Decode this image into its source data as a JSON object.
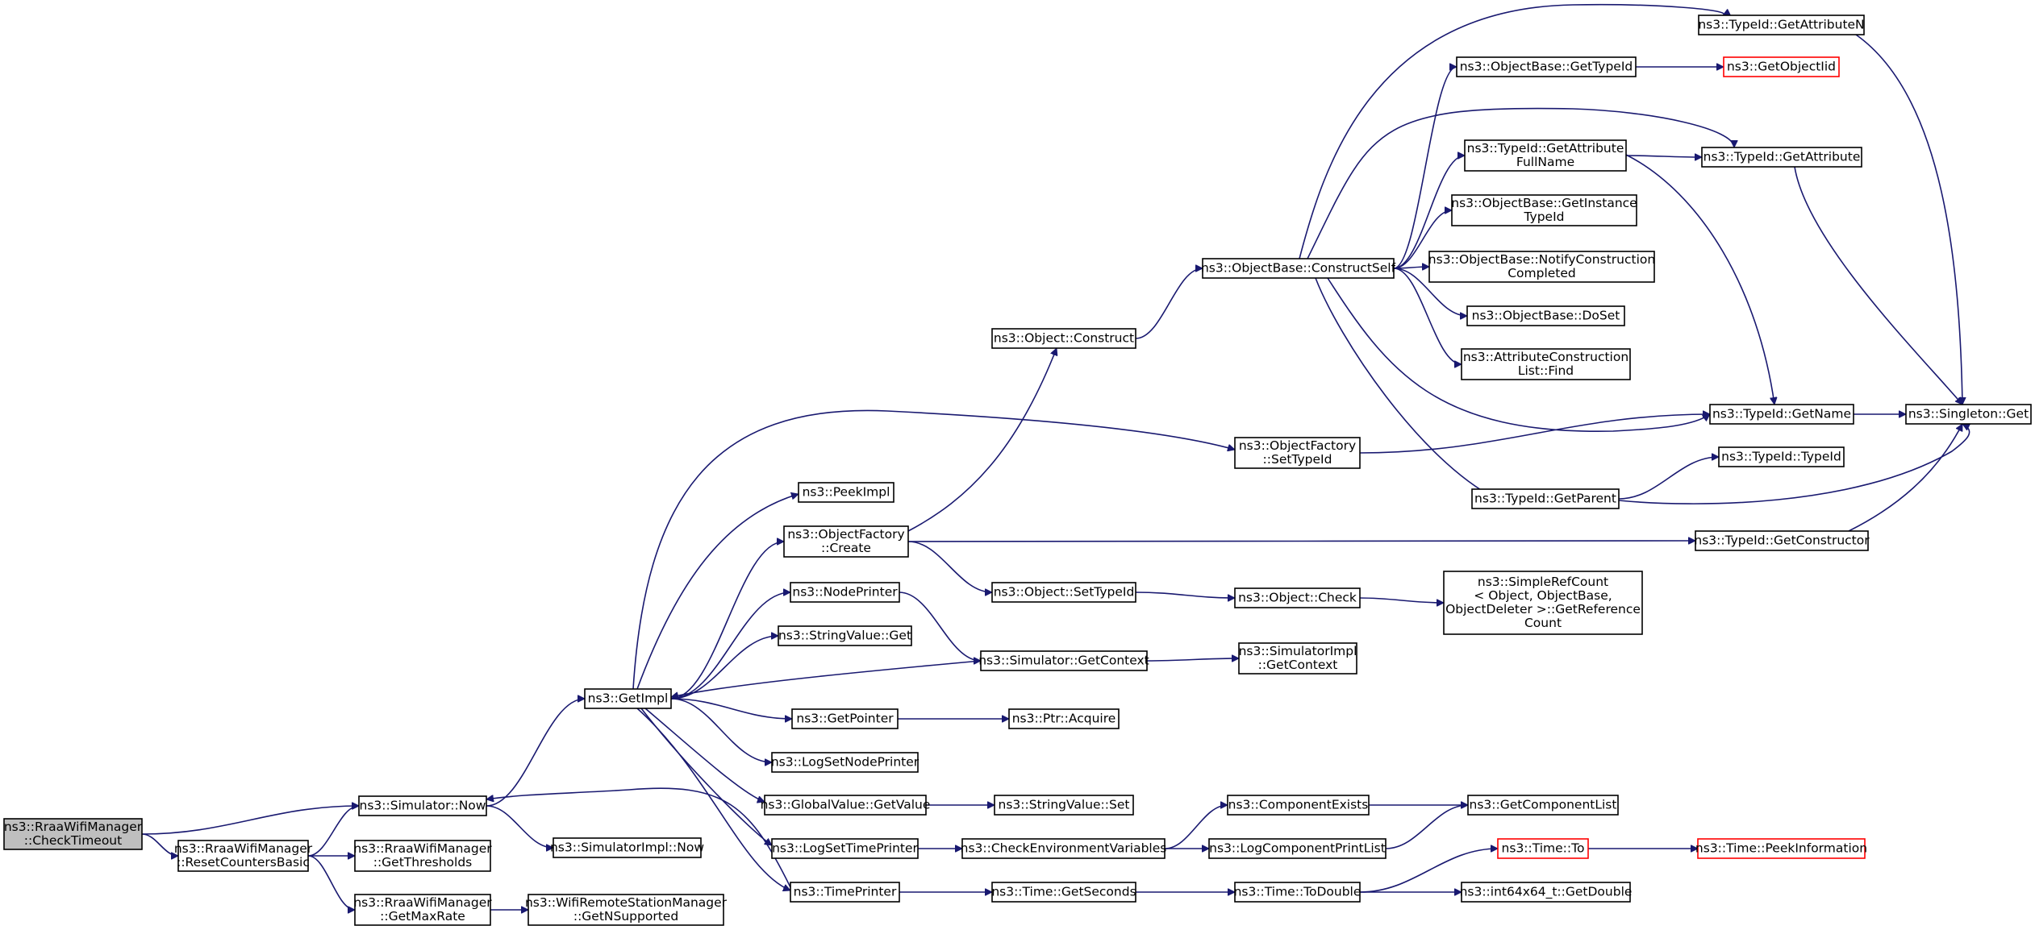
{
  "graph": {
    "nodes": [
      {
        "id": "checktimeout",
        "lines": [
          "ns3::RraaWifiManager",
          "::CheckTimeout"
        ],
        "style": "root"
      },
      {
        "id": "resetcounters",
        "lines": [
          "ns3::RraaWifiManager",
          "::ResetCountersBasic"
        ],
        "style": "normal"
      },
      {
        "id": "simnow",
        "lines": [
          "ns3::Simulator::Now"
        ],
        "style": "normal"
      },
      {
        "id": "getthresholds",
        "lines": [
          "ns3::RraaWifiManager",
          "::GetThresholds"
        ],
        "style": "normal"
      },
      {
        "id": "getmaxrate",
        "lines": [
          "ns3::RraaWifiManager",
          "::GetMaxRate"
        ],
        "style": "normal"
      },
      {
        "id": "simimplnow",
        "lines": [
          "ns3::SimulatorImpl::Now"
        ],
        "style": "normal"
      },
      {
        "id": "getnsupported",
        "lines": [
          "ns3::WifiRemoteStationManager",
          "::GetNSupported"
        ],
        "style": "normal"
      },
      {
        "id": "getimpl",
        "lines": [
          "ns3::GetImpl"
        ],
        "style": "normal"
      },
      {
        "id": "peekimpl",
        "lines": [
          "ns3::PeekImpl"
        ],
        "style": "normal"
      },
      {
        "id": "ofcreate",
        "lines": [
          "ns3::ObjectFactory",
          "::Create"
        ],
        "style": "normal"
      },
      {
        "id": "nodeprinter",
        "lines": [
          "ns3::NodePrinter"
        ],
        "style": "normal"
      },
      {
        "id": "stringvalueget",
        "lines": [
          "ns3::StringValue::Get"
        ],
        "style": "normal"
      },
      {
        "id": "getpointer",
        "lines": [
          "ns3::GetPointer"
        ],
        "style": "normal"
      },
      {
        "id": "logsetnodeprinter",
        "lines": [
          "ns3::LogSetNodePrinter"
        ],
        "style": "normal"
      },
      {
        "id": "globalvalueget",
        "lines": [
          "ns3::GlobalValue::GetValue"
        ],
        "style": "normal"
      },
      {
        "id": "logsettimeprinter",
        "lines": [
          "ns3::LogSetTimePrinter"
        ],
        "style": "normal"
      },
      {
        "id": "timeprinter",
        "lines": [
          "ns3::TimePrinter"
        ],
        "style": "normal"
      },
      {
        "id": "objconstruct",
        "lines": [
          "ns3::Object::Construct"
        ],
        "style": "normal"
      },
      {
        "id": "objsettypeid",
        "lines": [
          "ns3::Object::SetTypeId"
        ],
        "style": "normal"
      },
      {
        "id": "simgetcontext",
        "lines": [
          "ns3::Simulator::GetContext"
        ],
        "style": "normal"
      },
      {
        "id": "ptracquire",
        "lines": [
          "ns3::Ptr::Acquire"
        ],
        "style": "normal"
      },
      {
        "id": "stringvalueset",
        "lines": [
          "ns3::StringValue::Set"
        ],
        "style": "normal"
      },
      {
        "id": "checkenv",
        "lines": [
          "ns3::CheckEnvironmentVariables"
        ],
        "style": "normal"
      },
      {
        "id": "timegetseconds",
        "lines": [
          "ns3::Time::GetSeconds"
        ],
        "style": "normal"
      },
      {
        "id": "ofsettypeid",
        "lines": [
          "ns3::ObjectFactory",
          "::SetTypeId"
        ],
        "style": "normal"
      },
      {
        "id": "objcheck",
        "lines": [
          "ns3::Object::Check"
        ],
        "style": "normal"
      },
      {
        "id": "simimplgetcontext",
        "lines": [
          "ns3::SimulatorImpl",
          "::GetContext"
        ],
        "style": "normal"
      },
      {
        "id": "compexists",
        "lines": [
          "ns3::ComponentExists"
        ],
        "style": "normal"
      },
      {
        "id": "logcompprint",
        "lines": [
          "ns3::LogComponentPrintList"
        ],
        "style": "normal"
      },
      {
        "id": "timetodouble",
        "lines": [
          "ns3::Time::ToDouble"
        ],
        "style": "normal"
      },
      {
        "id": "constructself",
        "lines": [
          "ns3::ObjectBase::ConstructSelf"
        ],
        "style": "normal"
      },
      {
        "id": "simplerefcount",
        "lines": [
          "ns3::SimpleRefCount",
          "< Object, ObjectBase,",
          "ObjectDeleter >::GetReference",
          "Count"
        ],
        "style": "normal"
      },
      {
        "id": "getcomplist",
        "lines": [
          "ns3::GetComponentList"
        ],
        "style": "normal"
      },
      {
        "id": "timeto",
        "lines": [
          "ns3::Time::To"
        ],
        "style": "trunc"
      },
      {
        "id": "int64getdouble",
        "lines": [
          "ns3::int64x64_t::GetDouble"
        ],
        "style": "normal"
      },
      {
        "id": "obgettypeid",
        "lines": [
          "ns3::ObjectBase::GetTypeId"
        ],
        "style": "normal"
      },
      {
        "id": "tigetattrfullname",
        "lines": [
          "ns3::TypeId::GetAttribute",
          "FullName"
        ],
        "style": "normal"
      },
      {
        "id": "obgetinstancetypeid",
        "lines": [
          "ns3::ObjectBase::GetInstance",
          "TypeId"
        ],
        "style": "normal"
      },
      {
        "id": "obnotifyconstruction",
        "lines": [
          "ns3::ObjectBase::NotifyConstruction",
          "Completed"
        ],
        "style": "normal"
      },
      {
        "id": "obdoset",
        "lines": [
          "ns3::ObjectBase::DoSet"
        ],
        "style": "normal"
      },
      {
        "id": "attrconstfind",
        "lines": [
          "ns3::AttributeConstruction",
          "List::Find"
        ],
        "style": "normal"
      },
      {
        "id": "tigetparent",
        "lines": [
          "ns3::TypeId::GetParent"
        ],
        "style": "normal"
      },
      {
        "id": "tigetattributen",
        "lines": [
          "ns3::TypeId::GetAttributeN"
        ],
        "style": "normal"
      },
      {
        "id": "getobjectiid",
        "lines": [
          "ns3::GetObjectIid"
        ],
        "style": "trunc"
      },
      {
        "id": "tigetattribute",
        "lines": [
          "ns3::TypeId::GetAttribute"
        ],
        "style": "normal"
      },
      {
        "id": "tigetname",
        "lines": [
          "ns3::TypeId::GetName"
        ],
        "style": "normal"
      },
      {
        "id": "titypeid",
        "lines": [
          "ns3::TypeId::TypeId"
        ],
        "style": "normal"
      },
      {
        "id": "tigetconstructor",
        "lines": [
          "ns3::TypeId::GetConstructor"
        ],
        "style": "normal"
      },
      {
        "id": "timepeekinfo",
        "lines": [
          "ns3::Time::PeekInformation"
        ],
        "style": "trunc"
      },
      {
        "id": "singletonget",
        "lines": [
          "ns3::Singleton::Get"
        ],
        "style": "normal"
      }
    ],
    "edges": [
      [
        "checktimeout",
        "simnow"
      ],
      [
        "checktimeout",
        "resetcounters"
      ],
      [
        "resetcounters",
        "simnow"
      ],
      [
        "resetcounters",
        "getthresholds"
      ],
      [
        "resetcounters",
        "getmaxrate"
      ],
      [
        "getmaxrate",
        "getnsupported"
      ],
      [
        "simnow",
        "getimpl"
      ],
      [
        "simnow",
        "simimplnow"
      ],
      [
        "getimpl",
        "ofsettypeid"
      ],
      [
        "getimpl",
        "peekimpl"
      ],
      [
        "getimpl",
        "ofcreate"
      ],
      [
        "getimpl",
        "nodeprinter"
      ],
      [
        "getimpl",
        "stringvalueget"
      ],
      [
        "getimpl",
        "getpointer"
      ],
      [
        "getimpl",
        "logsetnodeprinter"
      ],
      [
        "getimpl",
        "globalvalueget"
      ],
      [
        "getimpl",
        "logsettimeprinter"
      ],
      [
        "getimpl",
        "timeprinter"
      ],
      [
        "ofcreate",
        "objconstruct"
      ],
      [
        "ofcreate",
        "objsettypeid"
      ],
      [
        "ofcreate",
        "tigetconstructor"
      ],
      [
        "nodeprinter",
        "simgetcontext"
      ],
      [
        "timeprinter",
        "simnow"
      ],
      [
        "simgetcontext",
        "getimpl"
      ],
      [
        "simgetcontext",
        "simimplgetcontext"
      ],
      [
        "getpointer",
        "ptracquire"
      ],
      [
        "globalvalueget",
        "stringvalueset"
      ],
      [
        "logsettimeprinter",
        "checkenv"
      ],
      [
        "timeprinter",
        "timegetseconds"
      ],
      [
        "objconstruct",
        "constructself"
      ],
      [
        "objsettypeid",
        "objcheck"
      ],
      [
        "objcheck",
        "simplerefcount"
      ],
      [
        "checkenv",
        "compexists"
      ],
      [
        "checkenv",
        "logcompprint"
      ],
      [
        "compexists",
        "getcomplist"
      ],
      [
        "logcompprint",
        "getcomplist"
      ],
      [
        "timegetseconds",
        "timetodouble"
      ],
      [
        "timetodouble",
        "timeto"
      ],
      [
        "timetodouble",
        "int64getdouble"
      ],
      [
        "timeto",
        "timepeekinfo"
      ],
      [
        "ofsettypeid",
        "tigetname"
      ],
      [
        "constructself",
        "tigetattributen"
      ],
      [
        "constructself",
        "obgettypeid"
      ],
      [
        "constructself",
        "tigetattribute"
      ],
      [
        "constructself",
        "tigetattrfullname"
      ],
      [
        "constructself",
        "obgetinstancetypeid"
      ],
      [
        "constructself",
        "obnotifyconstruction"
      ],
      [
        "constructself",
        "obdoset"
      ],
      [
        "constructself",
        "attrconstfind"
      ],
      [
        "constructself",
        "tigetname"
      ],
      [
        "constructself",
        "tigetparent"
      ],
      [
        "obgettypeid",
        "getobjectiid"
      ],
      [
        "tigetattrfullname",
        "tigetattribute"
      ],
      [
        "tigetattrfullname",
        "tigetname"
      ],
      [
        "tigetattributen",
        "singletonget"
      ],
      [
        "tigetattribute",
        "singletonget"
      ],
      [
        "tigetname",
        "singletonget"
      ],
      [
        "tigetparent",
        "titypeid"
      ],
      [
        "tigetparent",
        "singletonget"
      ],
      [
        "tigetconstructor",
        "singletonget"
      ]
    ]
  }
}
